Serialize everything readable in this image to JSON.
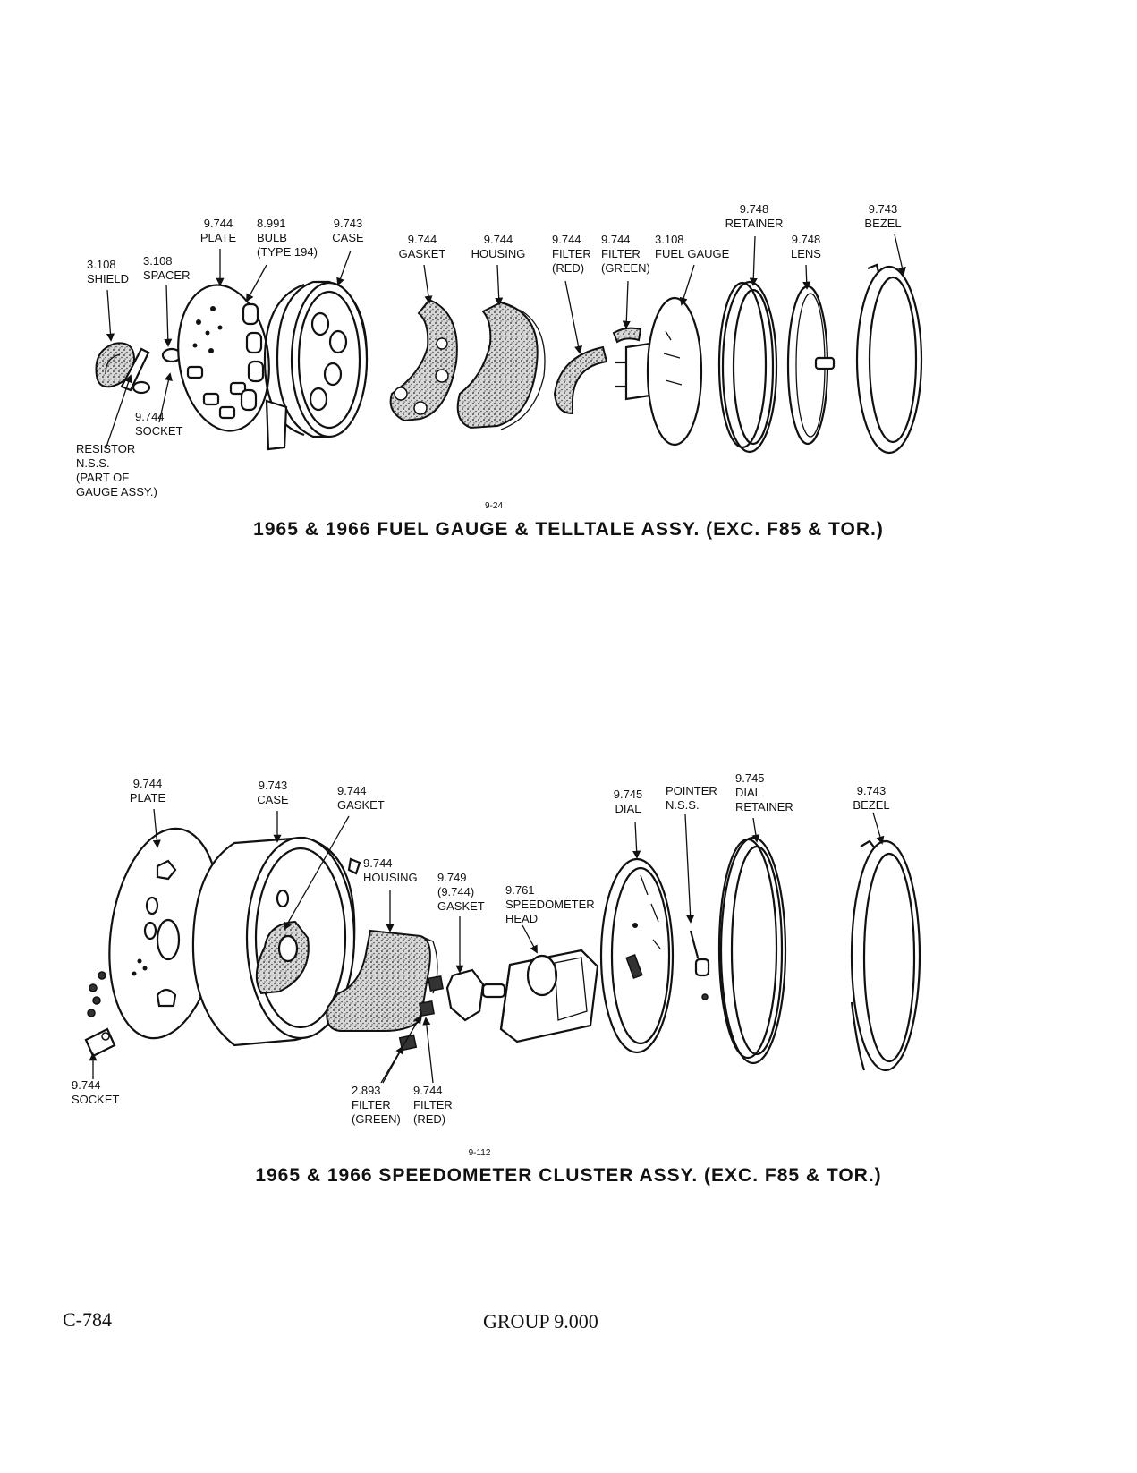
{
  "diagram_top": {
    "labels": [
      {
        "id": "shield",
        "num": "3.108",
        "name": "SHIELD"
      },
      {
        "id": "spacer",
        "num": "3.108",
        "name": "SPACER"
      },
      {
        "id": "plate",
        "num": "9.744",
        "name": "PLATE"
      },
      {
        "id": "bulb",
        "num": "8.991",
        "name": "BULB\n(TYPE 194)"
      },
      {
        "id": "case",
        "num": "9.743",
        "name": "CASE"
      },
      {
        "id": "gasket",
        "num": "9.744",
        "name": "GASKET"
      },
      {
        "id": "housing",
        "num": "9.744",
        "name": "HOUSING"
      },
      {
        "id": "filter-red",
        "num": "9.744",
        "name": "FILTER\n(RED)"
      },
      {
        "id": "filter-green",
        "num": "9.744",
        "name": "FILTER\n(GREEN)"
      },
      {
        "id": "fuel-gauge",
        "num": "3.108",
        "name": "FUEL GAUGE"
      },
      {
        "id": "retainer",
        "num": "9.748",
        "name": "RETAINER"
      },
      {
        "id": "lens",
        "num": "9.748",
        "name": "LENS"
      },
      {
        "id": "bezel",
        "num": "9.743",
        "name": "BEZEL"
      },
      {
        "id": "socket",
        "num": "9.744",
        "name": "SOCKET"
      },
      {
        "id": "resistor",
        "num": "",
        "name": "RESISTOR\nN.S.S.\n(PART OF\nGAUGE ASSY.)"
      }
    ],
    "figure_number": "9-24",
    "title": "1965 & 1966 FUEL GAUGE & TELLTALE ASSY. (EXC. F85 & TOR.)"
  },
  "diagram_bottom": {
    "labels": [
      {
        "id": "plate",
        "num": "9.744",
        "name": "PLATE"
      },
      {
        "id": "case",
        "num": "9.743",
        "name": "CASE"
      },
      {
        "id": "gasket",
        "num": "9.744",
        "name": "GASKET"
      },
      {
        "id": "housing",
        "num": "9.744",
        "name": "HOUSING"
      },
      {
        "id": "gasket2",
        "num": "9.749\n(9.744)",
        "name": "GASKET"
      },
      {
        "id": "speedo-head",
        "num": "9.761",
        "name": "SPEEDOMETER\nHEAD"
      },
      {
        "id": "dial",
        "num": "9.745",
        "name": "DIAL"
      },
      {
        "id": "pointer",
        "num": "",
        "name": "POINTER\nN.S.S."
      },
      {
        "id": "dial-retainer",
        "num": "9.745",
        "name": "DIAL\nRETAINER"
      },
      {
        "id": "bezel",
        "num": "9.743",
        "name": "BEZEL"
      },
      {
        "id": "socket",
        "num": "9.744",
        "name": "SOCKET"
      },
      {
        "id": "filter-green",
        "num": "2.893",
        "name": "FILTER\n(GREEN)"
      },
      {
        "id": "filter-red",
        "num": "9.744",
        "name": "FILTER\n(RED)"
      }
    ],
    "figure_number": "9-112",
    "title": "1965 & 1966 SPEEDOMETER CLUSTER ASSY. (EXC. F85 & TOR.)"
  },
  "footer": {
    "page": "C-784",
    "group": "GROUP 9.000"
  }
}
